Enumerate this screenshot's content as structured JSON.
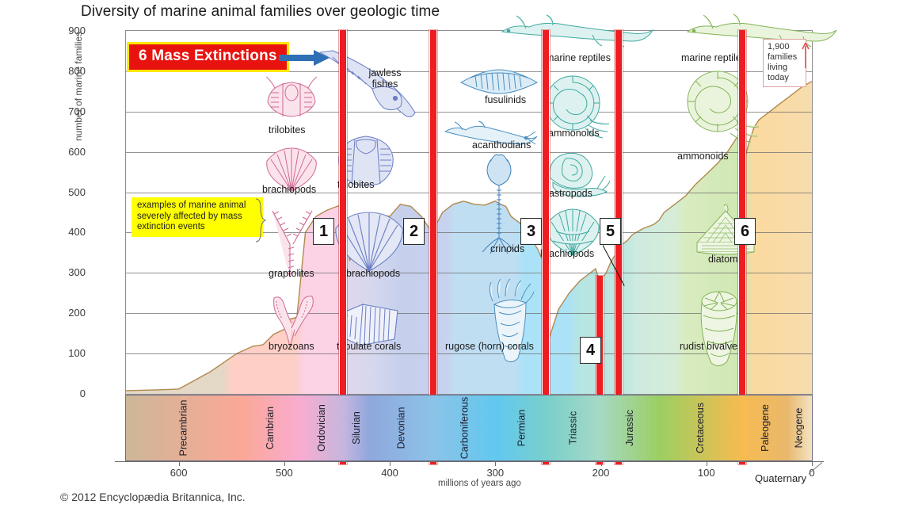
{
  "chart_data": {
    "type": "area",
    "title": "Diversity of marine animal families over geologic time",
    "xlabel": "millions of years ago",
    "ylabel": "number of marine families",
    "xlim": [
      650,
      0
    ],
    "ylim": [
      0,
      900
    ],
    "x_ticks": [
      "600",
      "500",
      "400",
      "300",
      "200",
      "100",
      "0"
    ],
    "x_tick_values": [
      600,
      500,
      400,
      300,
      200,
      100,
      0
    ],
    "y_ticks": [
      "0",
      "100",
      "200",
      "300",
      "400",
      "500",
      "600",
      "700",
      "800",
      "900"
    ],
    "y_tick_values": [
      0,
      100,
      200,
      300,
      400,
      500,
      600,
      700,
      800,
      900
    ],
    "grid": true,
    "legend": "none",
    "series": [
      {
        "name": "number of marine families",
        "x": [
          650,
          620,
          600,
          570,
          545,
          530,
          520,
          510,
          500,
          495,
          488,
          480,
          470,
          460,
          450,
          443,
          438,
          430,
          420,
          410,
          400,
          390,
          380,
          370,
          360,
          350,
          340,
          330,
          320,
          310,
          300,
          295,
          290,
          285,
          280,
          275,
          270,
          265,
          260,
          255,
          252,
          250,
          245,
          240,
          230,
          220,
          210,
          205,
          201,
          195,
          190,
          185,
          180,
          175,
          170,
          160,
          150,
          145,
          140,
          130,
          120,
          110,
          100,
          90,
          80,
          70,
          66,
          60,
          55,
          50,
          40,
          30,
          20,
          10,
          0
        ],
        "y": [
          8,
          10,
          12,
          55,
          100,
          118,
          122,
          148,
          160,
          185,
          190,
          400,
          440,
          455,
          465,
          470,
          330,
          390,
          430,
          445,
          440,
          470,
          465,
          440,
          400,
          450,
          470,
          478,
          470,
          468,
          478,
          470,
          465,
          440,
          430,
          420,
          400,
          380,
          360,
          330,
          300,
          130,
          170,
          210,
          250,
          280,
          300,
          310,
          278,
          300,
          330,
          350,
          370,
          380,
          395,
          410,
          420,
          430,
          450,
          470,
          490,
          520,
          545,
          570,
          600,
          640,
          560,
          620,
          660,
          680,
          700,
          720,
          740,
          760,
          775
        ]
      }
    ],
    "annotations": {
      "mass_extinction_callout": "6 Mass Extinctions",
      "examples_note": "examples of marine animal severely affected by mass extinction events",
      "today_note": "1,900 families living today"
    }
  },
  "title": "Diversity of marine animal families over geologic time",
  "callouts": {
    "mass_extinctions": "6 Mass Extinctions",
    "examples_note": "examples of marine animal severely affected by mass extinction events",
    "today_count": "1,900",
    "today_line2": "families",
    "today_line3": "living",
    "today_line4": "today"
  },
  "axes": {
    "ylabel": "number of marine families",
    "xlabel": "millions of years ago",
    "yticks": [
      "900",
      "800",
      "700",
      "600",
      "500",
      "400",
      "300",
      "200",
      "100",
      "0"
    ],
    "xticks": [
      "600",
      "500",
      "400",
      "300",
      "200",
      "100",
      "0"
    ]
  },
  "periods": [
    {
      "name": "Precambrian",
      "start": 650,
      "end": 541,
      "color": "#cdb797"
    },
    {
      "name": "Cambrian",
      "start": 541,
      "end": 485,
      "color": "#fba896"
    },
    {
      "name": "Ordovician",
      "start": 485,
      "end": 444,
      "color": "#f9acd0"
    },
    {
      "name": "Silurian",
      "start": 444,
      "end": 419,
      "color": "#c6b6dd"
    },
    {
      "name": "Devonian",
      "start": 419,
      "end": 359,
      "color": "#8fa7dd"
    },
    {
      "name": "Carboniferous",
      "start": 359,
      "end": 299,
      "color": "#8cc3e8"
    },
    {
      "name": "Permian",
      "start": 299,
      "end": 252,
      "color": "#61c8ef"
    },
    {
      "name": "Triassic",
      "start": 252,
      "end": 201,
      "color": "#79cfcb"
    },
    {
      "name": "Jurassic",
      "start": 201,
      "end": 145,
      "color": "#a5d9c6"
    },
    {
      "name": "Cretaceous",
      "start": 145,
      "end": 66,
      "color": "#9bcf62"
    },
    {
      "name": "Paleogene",
      "start": 66,
      "end": 23,
      "color": "#f7bb50"
    },
    {
      "name": "Neogene",
      "start": 23,
      "end": 2.6,
      "color": "#e8b86c"
    },
    {
      "name": "Quaternary",
      "start": 2.6,
      "end": 0,
      "color": "#f2dfbb"
    }
  ],
  "extinctions": [
    {
      "id": "1",
      "label": "1",
      "age": 444
    },
    {
      "id": "2",
      "label": "2",
      "age": 359
    },
    {
      "id": "3",
      "label": "3",
      "age": 252
    },
    {
      "id": "4",
      "label": "4",
      "age": 201
    },
    {
      "id": "5",
      "label": "5",
      "age": 183
    },
    {
      "id": "6",
      "label": "6",
      "age": 66
    }
  ],
  "fossils": [
    {
      "name": "trilobites-ordovician",
      "label": "trilobites"
    },
    {
      "name": "brachiopods-ordovician",
      "label": "brachiopods"
    },
    {
      "name": "graptolites",
      "label": "graptolites"
    },
    {
      "name": "bryozoans",
      "label": "bryozoans"
    },
    {
      "name": "jawless-fishes",
      "label": "jawless fishes"
    },
    {
      "name": "trilobites-devonian",
      "label": "trilobites"
    },
    {
      "name": "brachiopods-devonian",
      "label": "brachiopods"
    },
    {
      "name": "tabulate-corals",
      "label": "tabulate corals"
    },
    {
      "name": "fusulinids",
      "label": "fusulinids"
    },
    {
      "name": "acanthodians",
      "label": "acanthodians"
    },
    {
      "name": "crinoids",
      "label": "crinoids"
    },
    {
      "name": "rugose-corals",
      "label": "rugose (horn) corals"
    },
    {
      "name": "marine-reptiles-triassic",
      "label": "marine reptiles"
    },
    {
      "name": "ammonoids-triassic",
      "label": "ammonoids"
    },
    {
      "name": "gastropods",
      "label": "gastropods"
    },
    {
      "name": "brachiopods-triassic",
      "label": "brachiopods"
    },
    {
      "name": "marine-reptiles-cretaceous",
      "label": "marine reptiles"
    },
    {
      "name": "ammonoids-cretaceous",
      "label": "ammonoids"
    },
    {
      "name": "diatoms",
      "label": "diatoms"
    },
    {
      "name": "rudist-bivalves",
      "label": "rudist bivalves"
    }
  ],
  "footer": {
    "copyright": "© 2012 Encyclopædia Britannica, Inc."
  },
  "colors": {
    "extinction_bar": "#ee1d22",
    "callout_bg": "#e8130f",
    "callout_border": "#ffe600",
    "note_bg": "#ffff00",
    "arrow": "#2f6fb5"
  }
}
